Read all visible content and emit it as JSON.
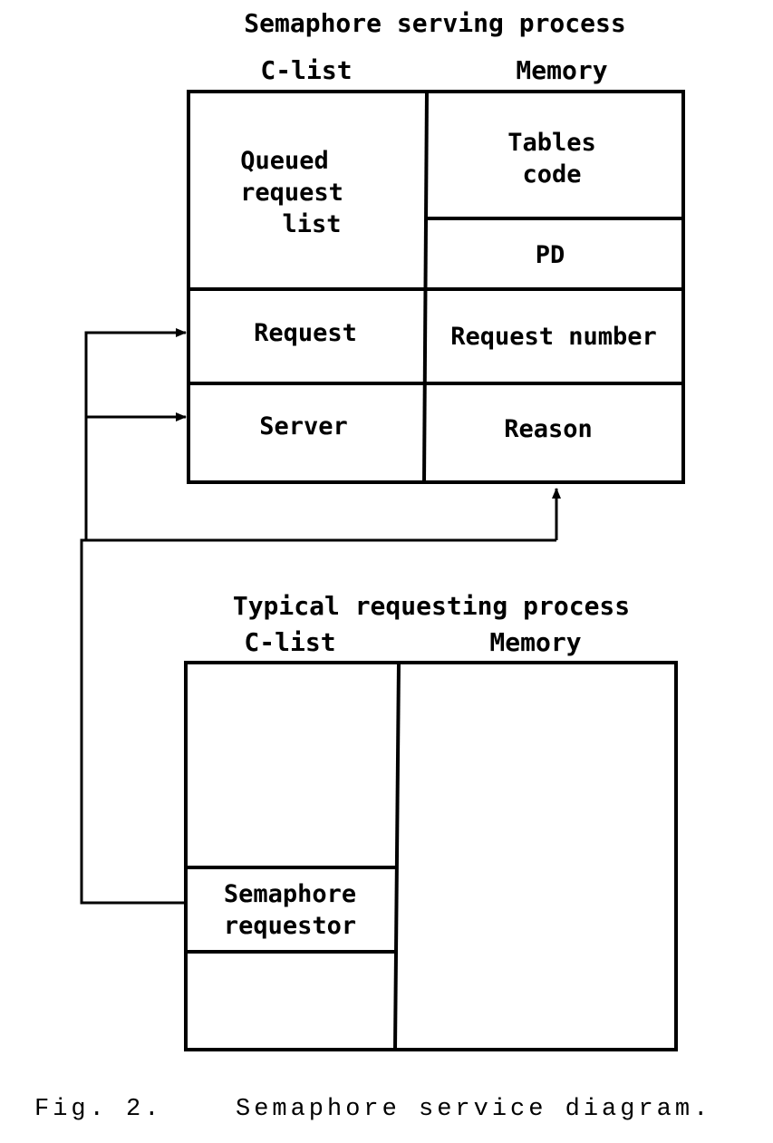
{
  "serving": {
    "title": "Semaphore serving process",
    "col_clist": "C-list",
    "col_memory": "Memory",
    "clist_cells": {
      "queued_line1": "Queued",
      "queued_line2": "request",
      "queued_line3": "list",
      "request": "Request",
      "server": "Server"
    },
    "memory_cells": {
      "tables_line1": "Tables",
      "tables_line2": "code",
      "pd": "PD",
      "request_number": "Request number",
      "reason": "Reason"
    }
  },
  "requesting": {
    "title": "Typical requesting process",
    "col_clist": "C-list",
    "col_memory": "Memory",
    "clist_cells": {
      "semaphore_line1": "Semaphore",
      "semaphore_line2": "requestor"
    }
  },
  "caption": {
    "label": "Fig. 2.",
    "text": "Semaphore service diagram."
  }
}
